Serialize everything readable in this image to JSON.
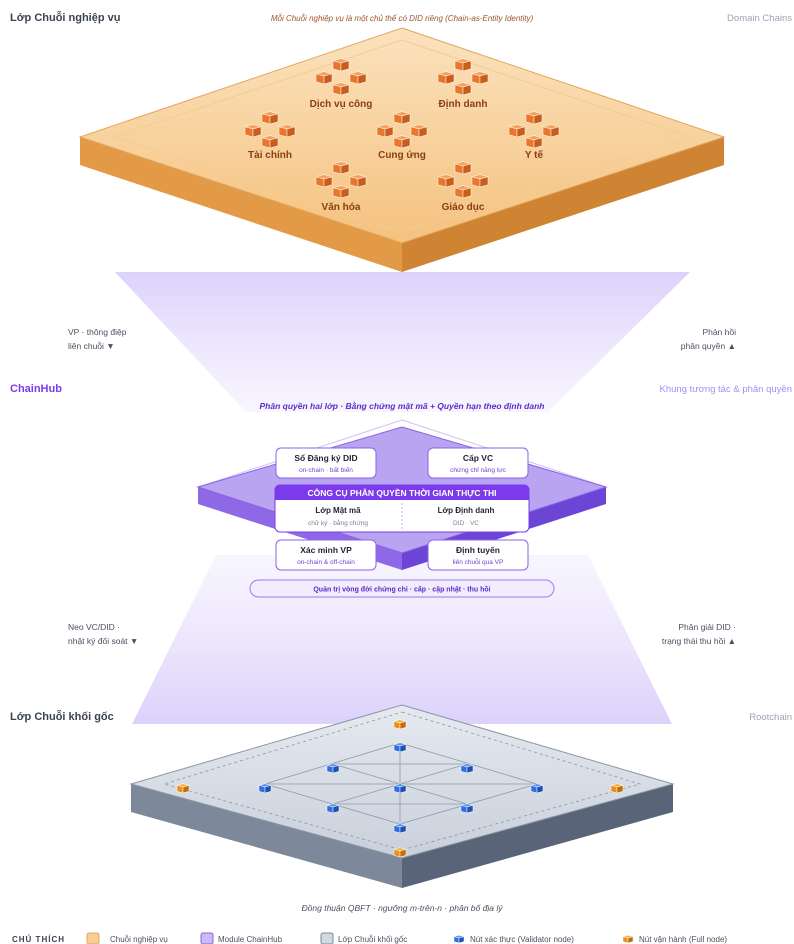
{
  "domain_layer": {
    "title": "Lớp Chuỗi nghiệp vụ",
    "subtitle": "Mỗi Chuỗi nghiệp vụ là một chủ thể có DID riêng (Chain-as-Entity Identity)",
    "right_label": "Domain Chains",
    "chains": [
      "Dịch vụ công",
      "Định danh",
      "Tài chính",
      "Cung ứng",
      "Y tế",
      "Văn hóa",
      "Giáo dục"
    ]
  },
  "upper_flow": {
    "left": [
      "VP · thông điệp",
      "liên chuỗi ▼"
    ],
    "right": [
      "Phản hồi",
      "phân quyền ▲"
    ]
  },
  "chainhub": {
    "title": "ChainHub",
    "right_label": "Khung tương tác & phân quyền",
    "subtitle": "Phân quyền hai lớp · Bằng chứng mật mã + Quyền hạn theo định danh",
    "modules": {
      "registry": {
        "title": "Sổ Đăng ký DID",
        "sub": "on-chain · bất biến"
      },
      "issue_vc": {
        "title": "Cấp VC",
        "sub": "chứng chỉ năng lực"
      },
      "verify_vp": {
        "title": "Xác minh VP",
        "sub": "on-chain & off-chain"
      },
      "routing": {
        "title": "Định tuyến",
        "sub": "liên chuỗi qua VP"
      }
    },
    "engine": {
      "title": "CÔNG CỤ PHÂN QUYỀN THỜI GIAN THỰC THI",
      "crypto": {
        "title": "Lớp Mật mã",
        "sub": "chữ ký · bằng chứng"
      },
      "identity": {
        "title": "Lớp Định danh",
        "sub": "DID · VC"
      }
    },
    "lifecycle": "Quản trị vòng đời chứng chỉ · cấp · cập nhật · thu hồi"
  },
  "lower_flow": {
    "left": [
      "Neo VC/DID ·",
      "nhật ký đối soát ▼"
    ],
    "right": [
      "Phân giải DID ·",
      "trạng thái thu hồi ▲"
    ]
  },
  "root_layer": {
    "title": "Lớp Chuỗi khối gốc",
    "right_label": "Rootchain",
    "consensus": "Đồng thuận QBFT · ngưỡng m-trên-n · phân bố địa lý"
  },
  "legend": {
    "title": "CHÚ THÍCH",
    "items": [
      "Chuỗi nghiệp vụ",
      "Module ChainHub",
      "Lớp Chuỗi khối gốc",
      "Nút xác thực (Validator node)",
      "Nút vận hành (Full node)"
    ]
  },
  "colors": {
    "domain_top": "#f7c98a",
    "domain_side": "#d98f3a",
    "chain_cube": "#e8762b",
    "hub_top": "#b9a4f2",
    "hub_side": "#7b52e0",
    "hub_accent": "#7c3aed",
    "root_top": "#d3d9e2",
    "root_side": "#5f6b7d",
    "validator": "#2f6fe0",
    "full_node": "#e8901a"
  }
}
